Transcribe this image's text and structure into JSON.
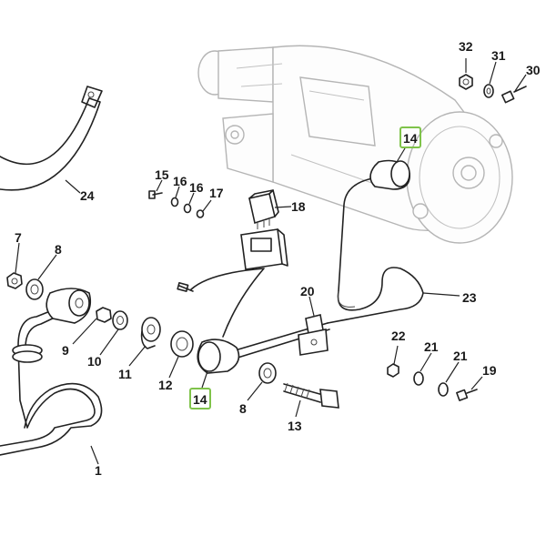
{
  "diagram": {
    "highlight_color": "#7fc34a",
    "callouts": [
      {
        "id": "c32",
        "label": "32"
      },
      {
        "id": "c31",
        "label": "31"
      },
      {
        "id": "c30",
        "label": "30"
      },
      {
        "id": "c14a",
        "label": "14"
      },
      {
        "id": "c24",
        "label": "24"
      },
      {
        "id": "c15",
        "label": "15"
      },
      {
        "id": "c16a",
        "label": "16"
      },
      {
        "id": "c16b",
        "label": "16"
      },
      {
        "id": "c17",
        "label": "17"
      },
      {
        "id": "c18",
        "label": "18"
      },
      {
        "id": "c7",
        "label": "7"
      },
      {
        "id": "c8a",
        "label": "8"
      },
      {
        "id": "c20",
        "label": "20"
      },
      {
        "id": "c23",
        "label": "23"
      },
      {
        "id": "c9",
        "label": "9"
      },
      {
        "id": "c10",
        "label": "10"
      },
      {
        "id": "c11",
        "label": "11"
      },
      {
        "id": "c12",
        "label": "12"
      },
      {
        "id": "c14b",
        "label": "14"
      },
      {
        "id": "c8b",
        "label": "8"
      },
      {
        "id": "c13",
        "label": "13"
      },
      {
        "id": "c22",
        "label": "22"
      },
      {
        "id": "c21a",
        "label": "21"
      },
      {
        "id": "c21b",
        "label": "21"
      },
      {
        "id": "c19",
        "label": "19"
      },
      {
        "id": "c1",
        "label": "1"
      }
    ]
  }
}
